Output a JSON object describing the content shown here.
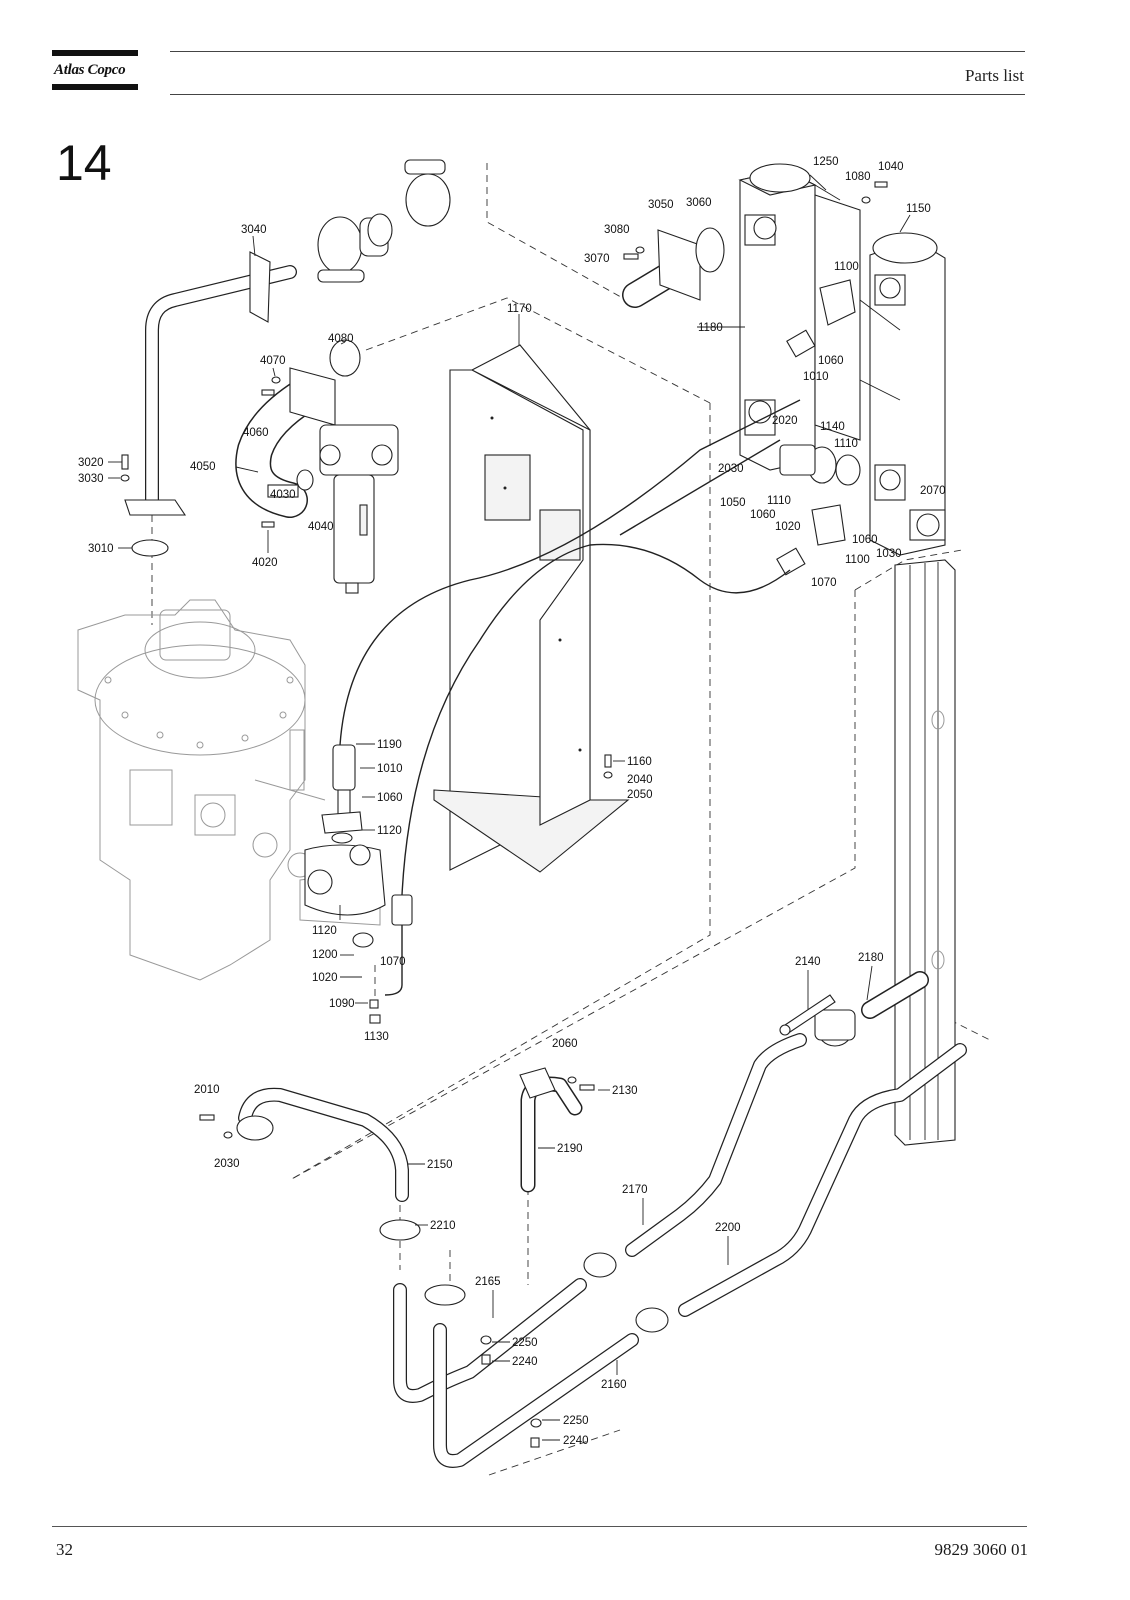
{
  "header": {
    "logo_text": "Atlas Copco",
    "section_title": "Parts list"
  },
  "figure": {
    "number": "14",
    "callouts": {
      "p3040": "3040",
      "p3020": "3020",
      "p3030": "3030",
      "p3010": "3010",
      "p4080": "4080",
      "p4070": "4070",
      "p4060": "4060",
      "p4050": "4050",
      "p4030": "4030",
      "p4040": "4040",
      "p4020": "4020",
      "p1170": "1170",
      "p3050": "3050",
      "p3060": "3060",
      "p3080": "3080",
      "p3070": "3070",
      "p1250": "1250",
      "p1040": "1040",
      "p1080": "1080",
      "p1150": "1150",
      "p1100a": "1100",
      "p1180": "1180",
      "p1060a": "1060",
      "p1010a": "1010",
      "p2020": "2020",
      "p1140": "1140",
      "p1110a": "1110",
      "p2030a": "2030",
      "p1050": "1050",
      "p1110b": "1110",
      "p1060b": "1060",
      "p2070": "2070",
      "p1020a": "1020",
      "p1060c": "1060",
      "p1030": "1030",
      "p1100b": "1100",
      "p1070a": "1070",
      "p1190": "1190",
      "p1010b": "1010",
      "p1060d": "1060",
      "p1120a": "1120",
      "p1160": "1160",
      "p2040": "2040",
      "p2050": "2050",
      "p1120b": "1120",
      "p1200": "1200",
      "p1070b": "1070",
      "p1020b": "1020",
      "p1090": "1090",
      "p1130": "1130",
      "p2140": "2140",
      "p2180": "2180",
      "p2060": "2060",
      "p2130": "2130",
      "p2190": "2190",
      "p2010": "2010",
      "p2030b": "2030",
      "p2150": "2150",
      "p2210": "2210",
      "p2170": "2170",
      "p2200": "2200",
      "p2165": "2165",
      "p2250a": "2250",
      "p2240a": "2240",
      "p2160": "2160",
      "p2250b": "2250",
      "p2240b": "2240"
    }
  },
  "footer": {
    "page_number": "32",
    "document_number": "9829 3060 01"
  }
}
